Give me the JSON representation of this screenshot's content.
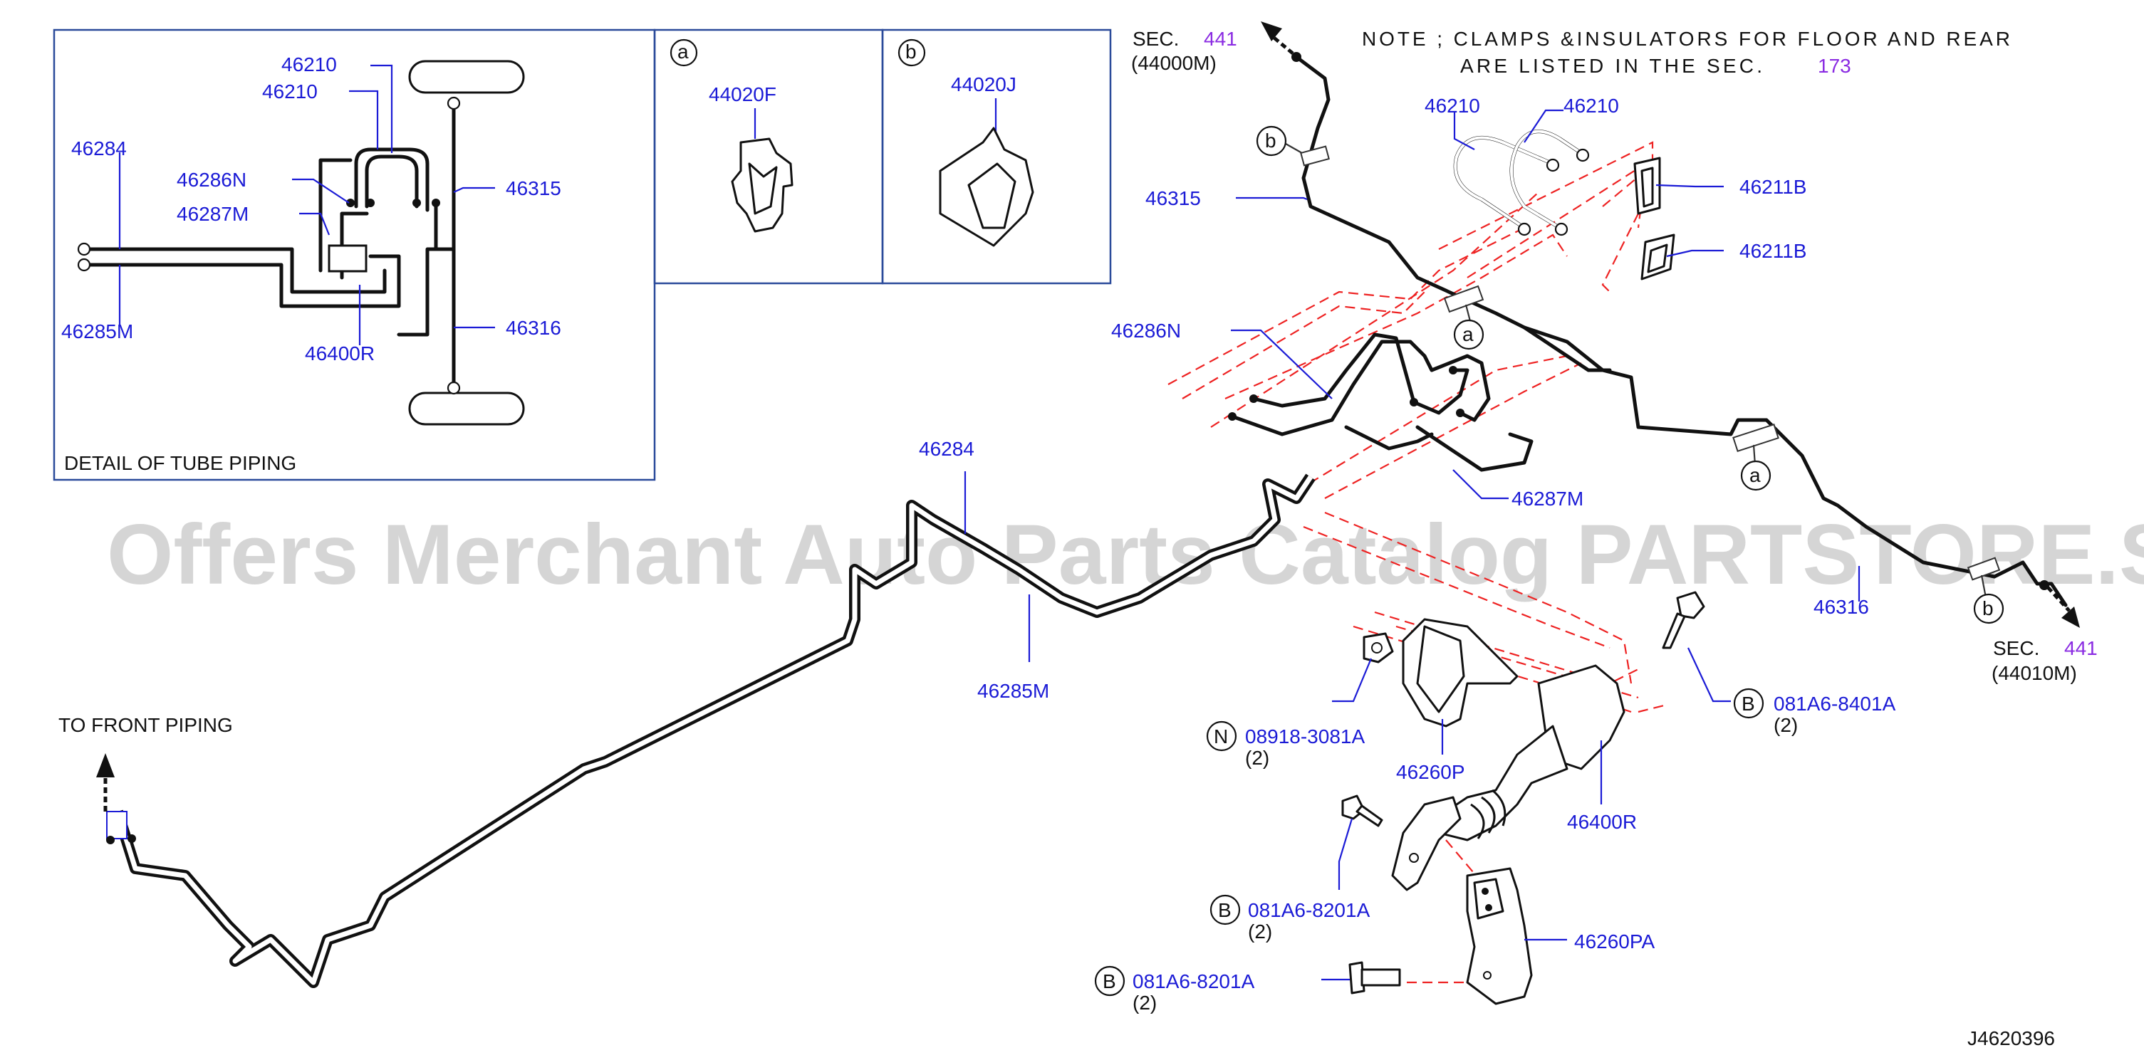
{
  "diagram_id": "J4620396",
  "watermark": "Offers Merchant Auto Parts Catalog PARTSTORE.SA",
  "note": {
    "line1": "NOTE ; CLAMPS &INSULATORS FOR FLOOR AND REAR",
    "line2": "ARE LISTED IN THE SEC.",
    "sec": "173"
  },
  "sections": {
    "top": {
      "prefix": "SEC.",
      "number": "441",
      "code": "(44000M)"
    },
    "right": {
      "prefix": "SEC.",
      "number": "441",
      "code": "(44010M)"
    }
  },
  "to_front_piping": "TO FRONT PIPING",
  "detail_box": {
    "caption": "DETAIL OF TUBE PIPING",
    "labels": [
      "46210",
      "46210",
      "46284",
      "46286N",
      "46287M",
      "46315",
      "46316",
      "46285M",
      "46400R"
    ]
  },
  "clip_a": {
    "marker": "a",
    "part": "44020F"
  },
  "clip_b": {
    "marker": "b",
    "part": "44020J"
  },
  "callout_markers": {
    "a": "a",
    "b": "b",
    "B": "B",
    "N": "N"
  },
  "parts": {
    "p46210a": "46210",
    "p46210b": "46210",
    "p46211Ba": "46211B",
    "p46211Bb": "46211B",
    "p46315": "46315",
    "p46286N": "46286N",
    "p46287M": "46287M",
    "p46284": "46284",
    "p46285M": "46285M",
    "p46316": "46316",
    "p46260P": "46260P",
    "p46400R": "46400R",
    "p46260PA": "46260PA"
  },
  "fasteners": [
    {
      "marker": "B",
      "part": "081A6-8401A",
      "qty": "(2)"
    },
    {
      "marker": "N",
      "part": "08918-3081A",
      "qty": "(2)"
    },
    {
      "marker": "B",
      "part": "081A6-8201A",
      "qty": "(2)"
    },
    {
      "marker": "B",
      "part": "081A6-8201A",
      "qty": "(2)"
    }
  ]
}
